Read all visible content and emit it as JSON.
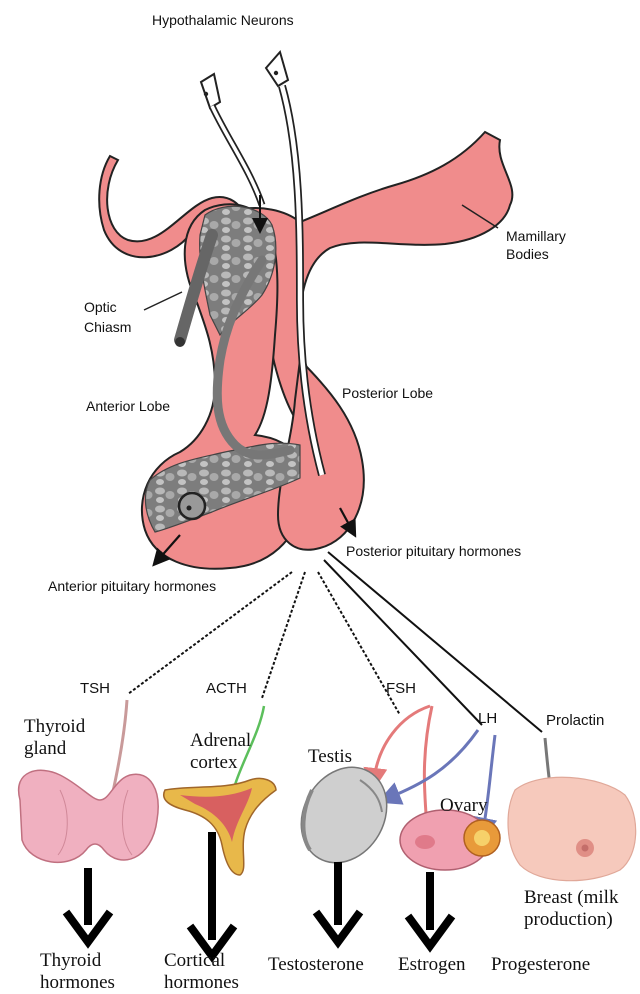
{
  "diagram": {
    "title": "Hypothalamic Neurons",
    "labels": {
      "mamillary_bodies": "Mamillary\nBodies",
      "optic_chiasm": "Optic\nChiasm",
      "anterior_lobe": "Anterior Lobe",
      "posterior_lobe": "Posterior Lobe",
      "posterior_hormones": "Posterior pituitary hormones",
      "anterior_hormones": "Anterior pituitary hormones"
    },
    "hormones": {
      "tsh": "TSH",
      "acth": "ACTH",
      "fsh": "FSH",
      "lh": "LH",
      "prolactin": "Prolactin"
    },
    "organs": {
      "thyroid": "Thyroid\ngland",
      "adrenal": "Adrenal\ncortex",
      "testis": "Testis",
      "ovary": "Ovary",
      "breast": "Breast (milk\nproduction)"
    },
    "outputs": {
      "thyroid": "Thyroid\nhormones",
      "cortical": "Cortical\nhormones",
      "testosterone": "Testosterone",
      "estrogen": "Estrogen",
      "progesterone": "Progesterone"
    },
    "colors": {
      "tissue_pink": "#f08c8c",
      "outline": "#222222",
      "vessel_gray": "#8a8a8a",
      "lh_arrow": "#7a86c9",
      "fsh_arrow": "#e47a7a",
      "acth_arrow": "#5cbf5c",
      "tsh_arrow": "#c99a9a",
      "adrenal_gold": "#e8b84a"
    }
  }
}
